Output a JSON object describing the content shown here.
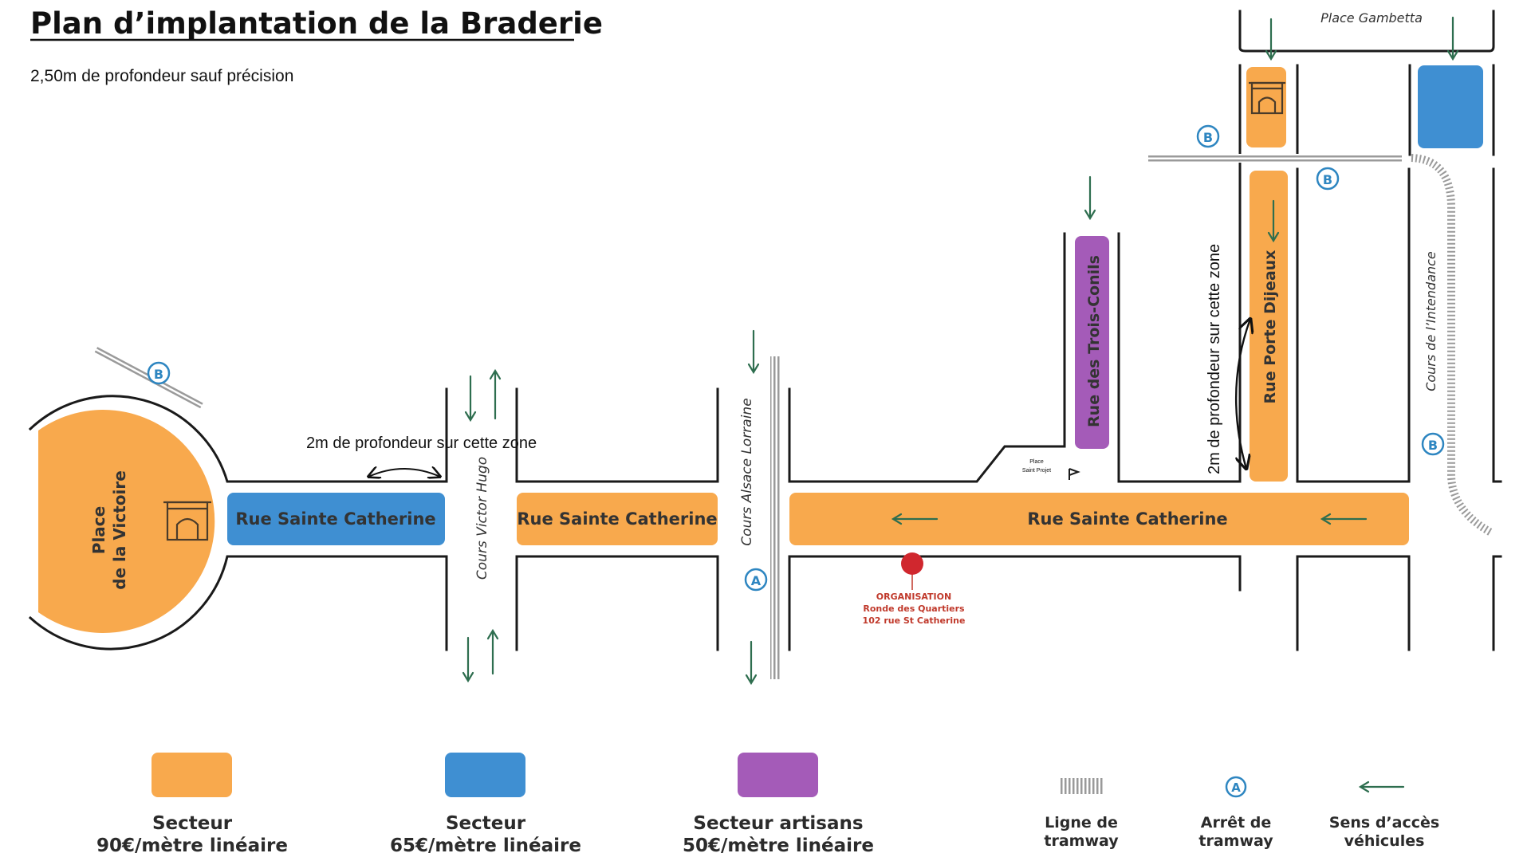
{
  "title": "Plan d’implantation de la Braderie",
  "subtitle": "2,50m de profondeur sauf précision",
  "colors": {
    "sector_90": "#F8A94D",
    "sector_65": "#3F8FD2",
    "sector_artisans": "#A45BB8",
    "arrow": "#2E6E4F",
    "tram_stop": "#2E86C1",
    "organisation": "#D0272E",
    "wall": "#1a1a1a"
  },
  "places": {
    "victoire_line1": "Place",
    "victoire_line2": "de la Victoire",
    "gambetta": "Place Gambetta",
    "saint_projet_line1": "Place",
    "saint_projet_line2": "Saint Projet"
  },
  "streets": {
    "sainte_catherine": "Rue Sainte Catherine",
    "trois_conils": "Rue des Trois-Conils",
    "porte_dijeaux": "Rue Porte Dijeaux",
    "victor_hugo": "Cours Victor Hugo",
    "alsace_lorraine": "Cours Alsace Lorraine",
    "intendance": "Cours de l’Intendance"
  },
  "notes": {
    "zone_2m_horizontal": "2m de profondeur sur cette zone",
    "zone_2m_vertical": "2m de profondeur sur cette zone"
  },
  "tram_stops": {
    "line_b": "B",
    "line_a": "A"
  },
  "organisation": {
    "title": "ORGANISATION",
    "name": "Ronde des Quartiers",
    "address": "102 rue St Catherine"
  },
  "icons": {
    "monument": "triumphal-arch-icon",
    "direction": "arrow-icon",
    "tram": "tram-rail-icon",
    "stop": "tram-stop-icon",
    "organisation": "location-dot-icon"
  },
  "legend": [
    {
      "swatch": "sector_90",
      "line1": "Secteur",
      "line2": "90€/mètre linéaire"
    },
    {
      "swatch": "sector_65",
      "line1": "Secteur",
      "line2": "65€/mètre linéaire"
    },
    {
      "swatch": "sector_artisans",
      "line1": "Secteur artisans",
      "line2": "50€/mètre linéaire"
    },
    {
      "symbol": "tram",
      "line1": "Ligne de",
      "line2": "tramway"
    },
    {
      "symbol": "stop",
      "stop_letter": "A",
      "line1": "Arrêt de",
      "line2": "tramway"
    },
    {
      "symbol": "arrow",
      "line1": "Sens d’accès",
      "line2": "véhicules"
    }
  ]
}
